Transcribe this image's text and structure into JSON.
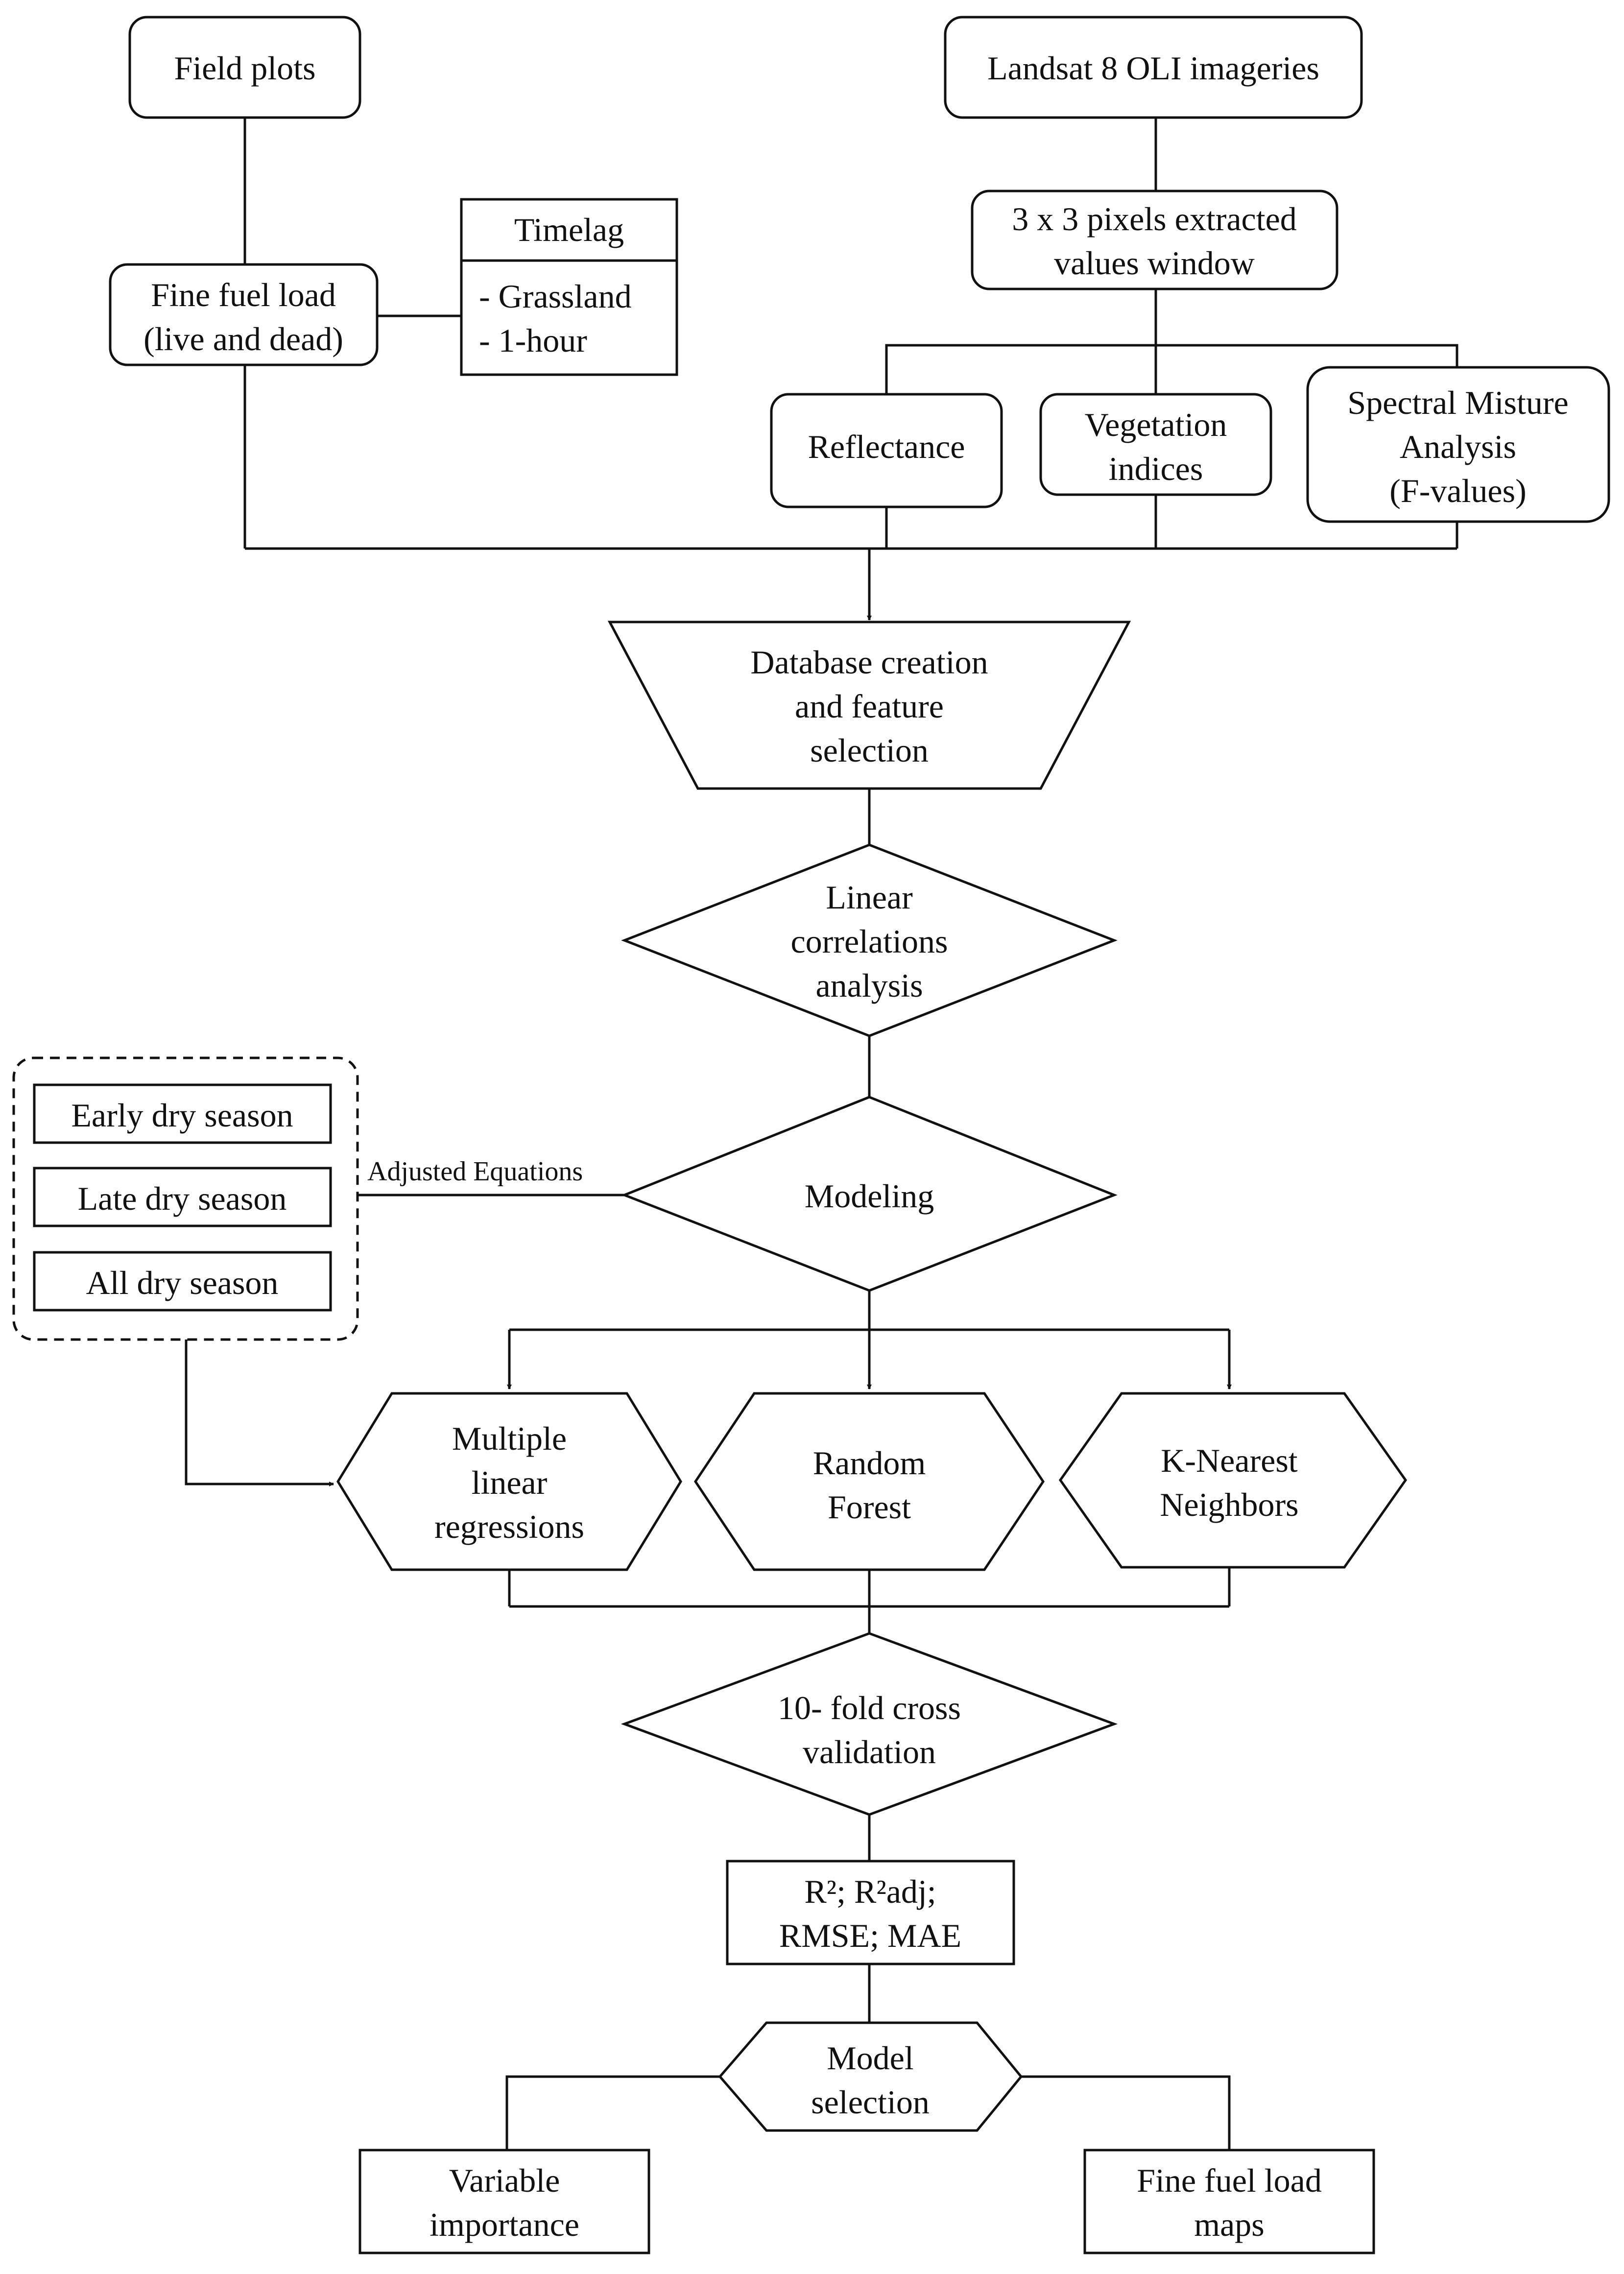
{
  "nodes": {
    "field_plots": [
      "Field plots"
    ],
    "landsat": [
      "Landsat 8 OLI imageries"
    ],
    "pixels_window": [
      "3 x 3 pixels extracted",
      "values window"
    ],
    "fine_fuel_load": [
      "Fine fuel load",
      "(live and dead)"
    ],
    "timelag": {
      "header": "Timelag",
      "items": [
        "- Grassland",
        "- 1-hour"
      ]
    },
    "reflectance": [
      "Reflectance"
    ],
    "vegetation_indices": [
      "Vegetation",
      "indices"
    ],
    "sma": [
      "Spectral Misture",
      "Analysis",
      "(F-values)"
    ],
    "database": [
      "Database creation",
      "and feature",
      "selection"
    ],
    "linear_correlations": [
      "Linear",
      "correlations",
      "analysis"
    ],
    "modeling": [
      "Modeling"
    ],
    "seasons": [
      "Early dry season",
      "Late dry season",
      "All dry season"
    ],
    "adjusted_equations": "Adjusted Equations",
    "mlr": [
      "Multiple",
      "linear",
      "regressions"
    ],
    "random_forest": [
      "Random",
      "Forest"
    ],
    "knn": [
      "K-Nearest",
      "Neighbors"
    ],
    "cross_validation": [
      "10- fold cross",
      "validation"
    ],
    "metrics": [
      "R²; R²adj;",
      "RMSE; MAE"
    ],
    "model_selection": [
      "Model",
      "selection"
    ],
    "variable_importance": [
      "Variable",
      "importance"
    ],
    "fuel_maps": [
      "Fine fuel load",
      "maps"
    ]
  }
}
